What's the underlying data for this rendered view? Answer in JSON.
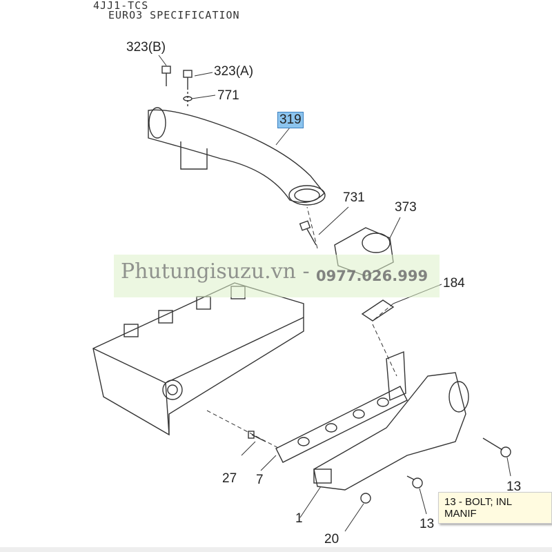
{
  "header": {
    "model": "4JJ1-TCS",
    "spec": "EURO3 SPECIFICATION"
  },
  "callouts": [
    {
      "id": "323b",
      "text": "323(B)"
    },
    {
      "id": "323a",
      "text": "323(A)"
    },
    {
      "id": "771",
      "text": "771"
    },
    {
      "id": "319",
      "text": "319",
      "selected": true
    },
    {
      "id": "731",
      "text": "731"
    },
    {
      "id": "373",
      "text": "373"
    },
    {
      "id": "184",
      "text": "184"
    },
    {
      "id": "27",
      "text": "27"
    },
    {
      "id": "7",
      "text": "7"
    },
    {
      "id": "1",
      "text": "1"
    },
    {
      "id": "20",
      "text": "20"
    },
    {
      "id": "13a",
      "text": "13"
    },
    {
      "id": "13b",
      "text": "13"
    }
  ],
  "watermark": {
    "site": "Phutungisuzu.vn",
    "separator": "-",
    "phone": "0977.026.999"
  },
  "tooltip": {
    "text": "13 - BOLT; INL MANIF"
  },
  "colors": {
    "selected_bg": "#8cc4ee",
    "tooltip_bg": "#fffbe0",
    "watermark_bg": "#dcf0c8"
  }
}
